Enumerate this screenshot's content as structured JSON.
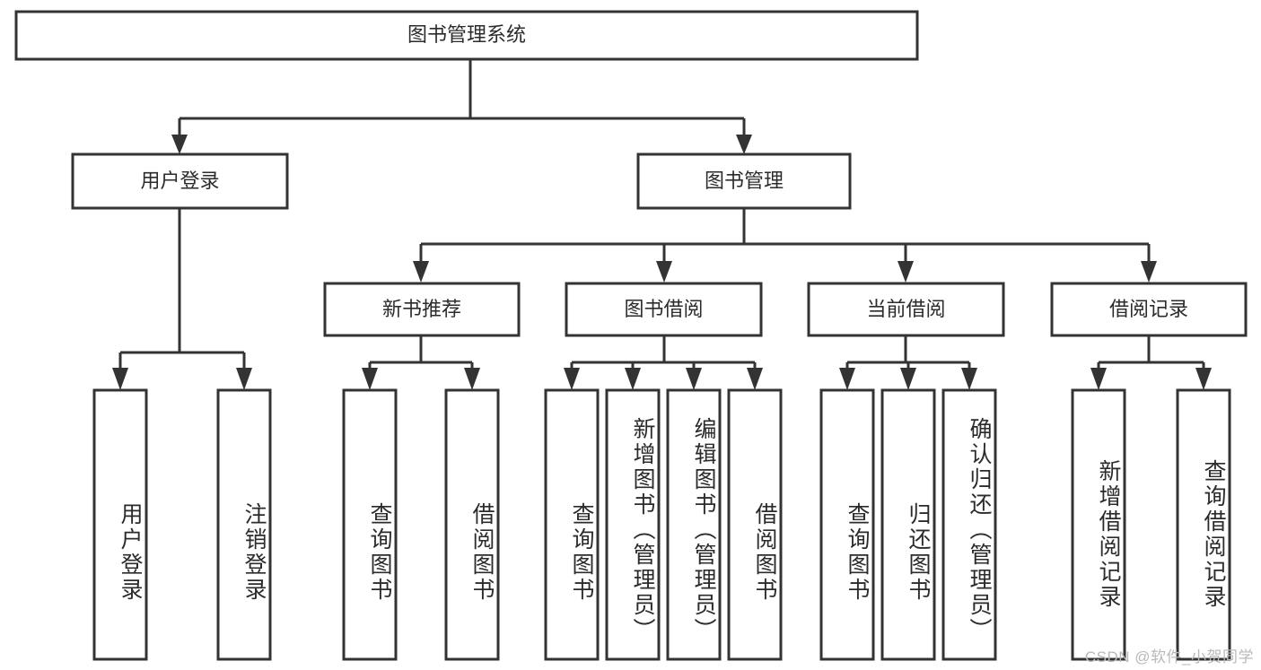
{
  "diagram": {
    "type": "tree",
    "title": "图书管理系统",
    "watermark": "CSDN @软件_小贺同学",
    "style": {
      "box_fill": "#ffffff",
      "box_stroke": "#333333",
      "text_color": "#2b2b2b",
      "background": "#ffffff",
      "watermark_color": "#b9b9b9"
    },
    "levels": [
      {
        "level": 1,
        "nodes": [
          {
            "id": "root",
            "label": "图书管理系统",
            "orientation": "horizontal"
          }
        ]
      },
      {
        "level": 2,
        "nodes": [
          {
            "id": "user_login",
            "label": "用户登录",
            "orientation": "horizontal",
            "parent": "root"
          },
          {
            "id": "book_mgmt",
            "label": "图书管理",
            "orientation": "horizontal",
            "parent": "root"
          }
        ]
      },
      {
        "level": 3,
        "nodes": [
          {
            "id": "new_book_rec",
            "label": "新书推荐",
            "orientation": "horizontal",
            "parent": "book_mgmt"
          },
          {
            "id": "book_borrow",
            "label": "图书借阅",
            "orientation": "horizontal",
            "parent": "book_mgmt"
          },
          {
            "id": "current_borrow",
            "label": "当前借阅",
            "orientation": "horizontal",
            "parent": "book_mgmt"
          },
          {
            "id": "borrow_record",
            "label": "借阅记录",
            "orientation": "horizontal",
            "parent": "book_mgmt"
          }
        ]
      },
      {
        "level": 4,
        "nodes": [
          {
            "id": "leaf_user_login",
            "label": "用户登录",
            "orientation": "vertical",
            "parent": "user_login"
          },
          {
            "id": "leaf_logout",
            "label": "注销登录",
            "orientation": "vertical",
            "parent": "user_login"
          },
          {
            "id": "leaf_query_book_1",
            "label": "查询图书",
            "orientation": "vertical",
            "parent": "new_book_rec"
          },
          {
            "id": "leaf_borrow_book_1",
            "label": "借阅图书",
            "orientation": "vertical",
            "parent": "new_book_rec"
          },
          {
            "id": "leaf_query_book_2",
            "label": "查询图书",
            "orientation": "vertical",
            "parent": "book_borrow"
          },
          {
            "id": "leaf_add_book",
            "label": "新增图书（管理员）",
            "orientation": "vertical",
            "parent": "book_borrow"
          },
          {
            "id": "leaf_edit_book",
            "label": "编辑图书（管理员）",
            "orientation": "vertical",
            "parent": "book_borrow"
          },
          {
            "id": "leaf_borrow_book_2",
            "label": "借阅图书",
            "orientation": "vertical",
            "parent": "book_borrow"
          },
          {
            "id": "leaf_query_book_3",
            "label": "查询图书",
            "orientation": "vertical",
            "parent": "current_borrow"
          },
          {
            "id": "leaf_return_book",
            "label": "归还图书",
            "orientation": "vertical",
            "parent": "current_borrow"
          },
          {
            "id": "leaf_confirm_return",
            "label": "确认归还（管理员）",
            "orientation": "vertical",
            "parent": "current_borrow"
          },
          {
            "id": "leaf_add_record",
            "label": "新增借阅记录",
            "orientation": "vertical",
            "parent": "borrow_record"
          },
          {
            "id": "leaf_query_record",
            "label": "查询借阅记录",
            "orientation": "vertical",
            "parent": "borrow_record"
          }
        ]
      }
    ],
    "node_labels": {
      "root": "图书管理系统",
      "user_login": "用户登录",
      "book_mgmt": "图书管理",
      "new_book_rec": "新书推荐",
      "book_borrow": "图书借阅",
      "current_borrow": "当前借阅",
      "borrow_record": "借阅记录",
      "leaf_user_login": "用户登录",
      "leaf_logout": "注销登录",
      "leaf_query_book_1": "查询图书",
      "leaf_borrow_book_1": "借阅图书",
      "leaf_query_book_2": "查询图书",
      "leaf_add_book": "新增图书（管理员）",
      "leaf_edit_book": "编辑图书（管理员）",
      "leaf_borrow_book_2": "借阅图书",
      "leaf_query_book_3": "查询图书",
      "leaf_return_book": "归还图书",
      "leaf_confirm_return": "确认归还（管理员）",
      "leaf_add_record": "新增借阅记录",
      "leaf_query_record": "查询借阅记录"
    }
  }
}
